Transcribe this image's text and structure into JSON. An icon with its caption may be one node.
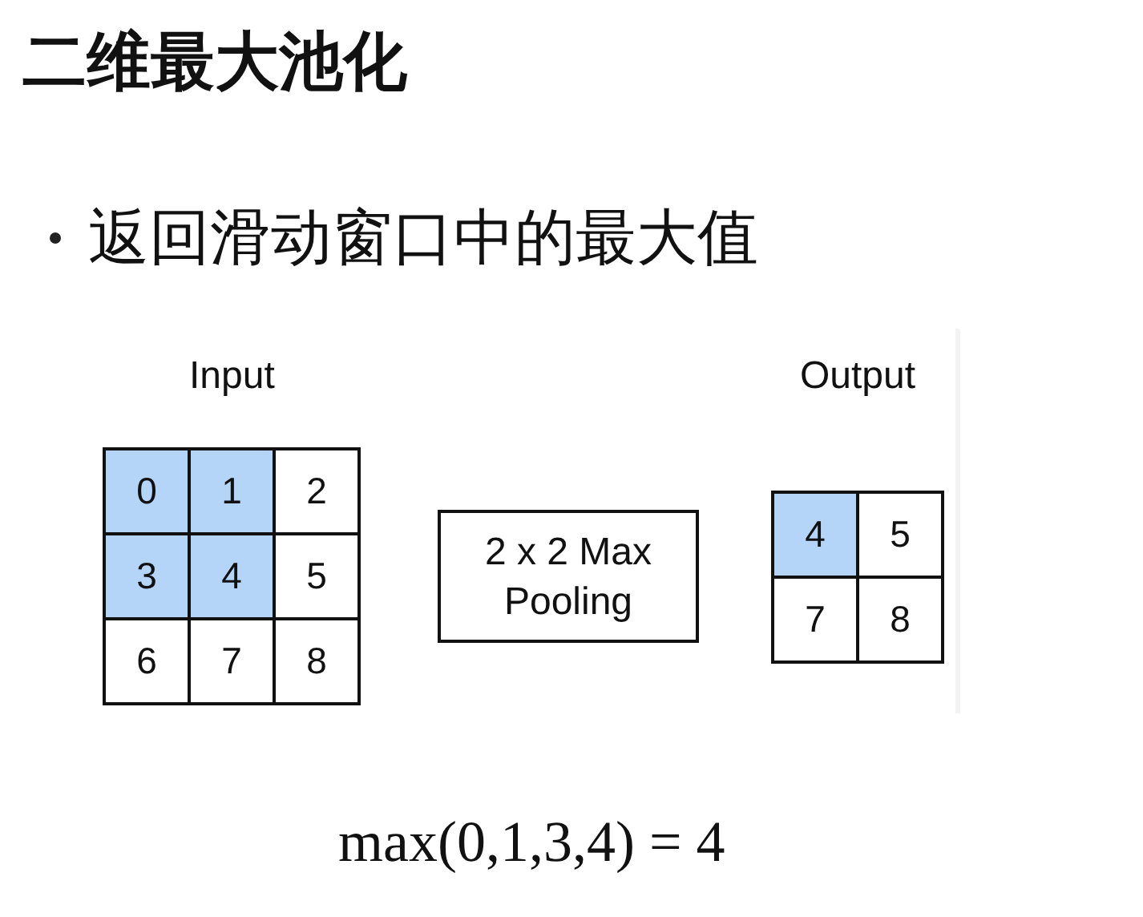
{
  "diagram": {
    "title": "二维最大池化",
    "nodes": [
      {
        "text": [
          "Input"
        ]
      },
      {
        "text": [
          "0"
        ],
        "in": 0
      },
      {
        "text": [
          "1"
        ],
        "in": 0
      },
      {
        "text": [
          "2"
        ],
        "in": 0
      },
      {
        "text": [
          "3"
        ],
        "in": 0
      },
      {
        "text": [
          "4"
        ],
        "in": 0
      },
      {
        "text": [
          "5"
        ],
        "in": 0
      },
      {
        "text": [
          "6"
        ],
        "in": 0
      },
      {
        "text": [
          "7"
        ],
        "in": 0
      },
      {
        "text": [
          "8"
        ],
        "in": 0
      },
      {
        "text": [
          "2 x 2 Max Pooling"
        ]
      },
      {
        "text": [
          "Output"
        ]
      },
      {
        "text": [
          "4"
        ],
        "in": 11
      },
      {
        "text": [
          "5"
        ],
        "in": 11
      },
      {
        "text": [
          "7"
        ],
        "in": 11
      },
      {
        "text": [
          "8"
        ],
        "in": 11
      }
    ],
    "labels": [
      "返回滑动窗口中的最大值",
      "max(0,1,3,4) = 4"
    ]
  }
}
